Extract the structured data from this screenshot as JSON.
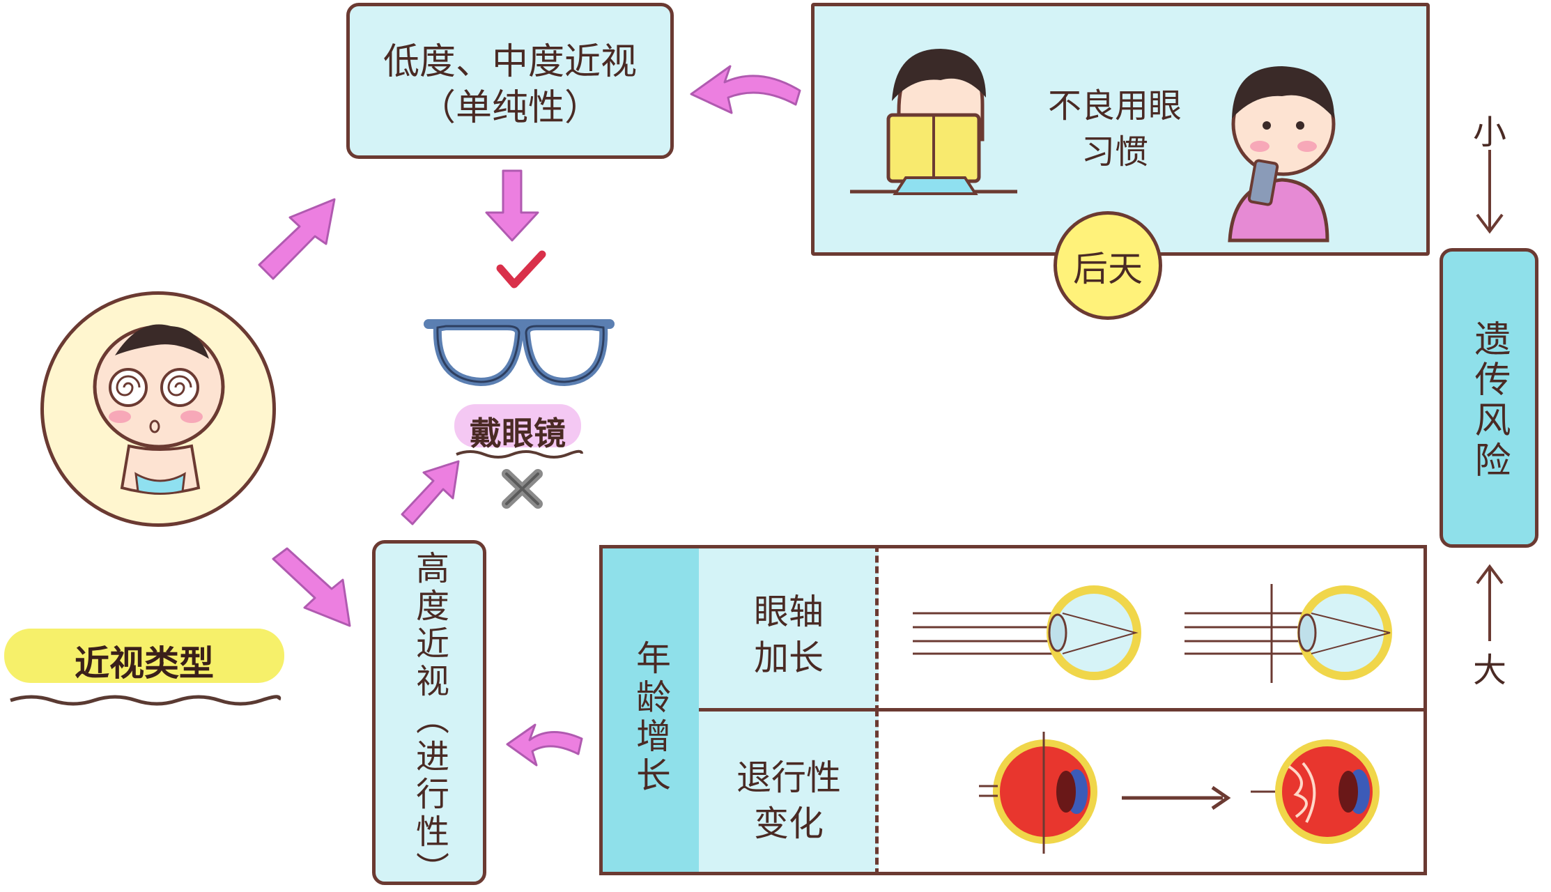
{
  "title": "近视类型",
  "mild_box": {
    "line1": "低度、中度近视",
    "line2": "（单纯性）"
  },
  "habit_panel": {
    "label_line1": "不良用眼",
    "label_line2": "习惯",
    "badge": "后天"
  },
  "glasses_label": "戴眼镜",
  "high_box": {
    "text": "高度近视（进行性）"
  },
  "age_panel": {
    "age_label": "年龄增长",
    "row1_label_line1": "眼轴",
    "row1_label_line2": "加长",
    "row2_label_line1": "退行性",
    "row2_label_line2": "变化"
  },
  "risk_scale": {
    "small": "小",
    "label": "遗传风险",
    "large": "大"
  },
  "icons": [
    "check-icon",
    "cross-icon",
    "glasses-icon",
    "baby-icon",
    "reading-child-icon",
    "phone-child-icon",
    "eyeball-icon",
    "degenerated-eye-icon"
  ],
  "colors": {
    "box_fill": "#d4f3f7",
    "arrow": "#ec7fe0",
    "outline": "#6b3a32",
    "badge": "#fff27a",
    "highlight": "#f6f06a",
    "glasses_frame": "#5b7fb2",
    "label_bg": "#f4c8f3"
  }
}
